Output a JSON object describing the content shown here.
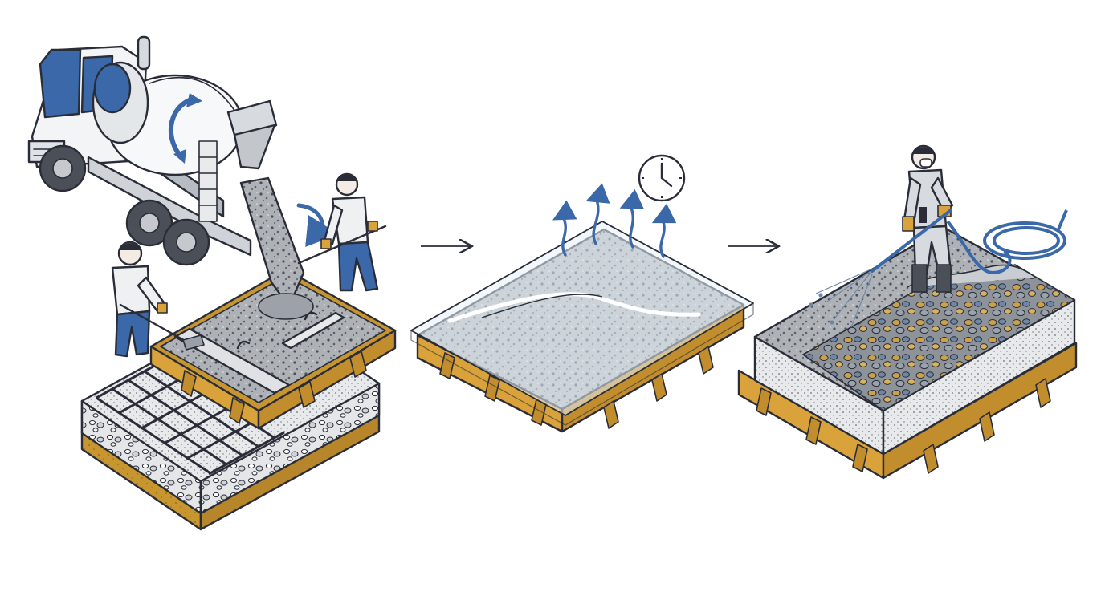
{
  "diagram": {
    "steps": [
      {
        "id": "step-1",
        "name": "pour-and-screed"
      },
      {
        "id": "step-2",
        "name": "cover-and-cure"
      },
      {
        "id": "step-3",
        "name": "wash-exposed-aggregate"
      }
    ],
    "flow_arrows": 2
  },
  "colors": {
    "outline": "#2a2d38",
    "concrete": "#a9adb3",
    "concrete_light": "#c9ccd0",
    "formwork": "#d9a23a",
    "formwork_dark": "#b98225",
    "soil": "#c8962e",
    "gravel": "#d8dadc",
    "accent_blue": "#3b68a8",
    "plastic_sheet": "#e6f0f7",
    "truck_white": "#f2f4f6",
    "aggregate_gold": "#c9a24a",
    "aggregate_blue": "#6f87a6"
  },
  "icons": [
    "clock-icon",
    "rotation-arrow-icon",
    "pour-arrow-icon",
    "vapor-arrow-icon",
    "flow-arrow-icon"
  ]
}
